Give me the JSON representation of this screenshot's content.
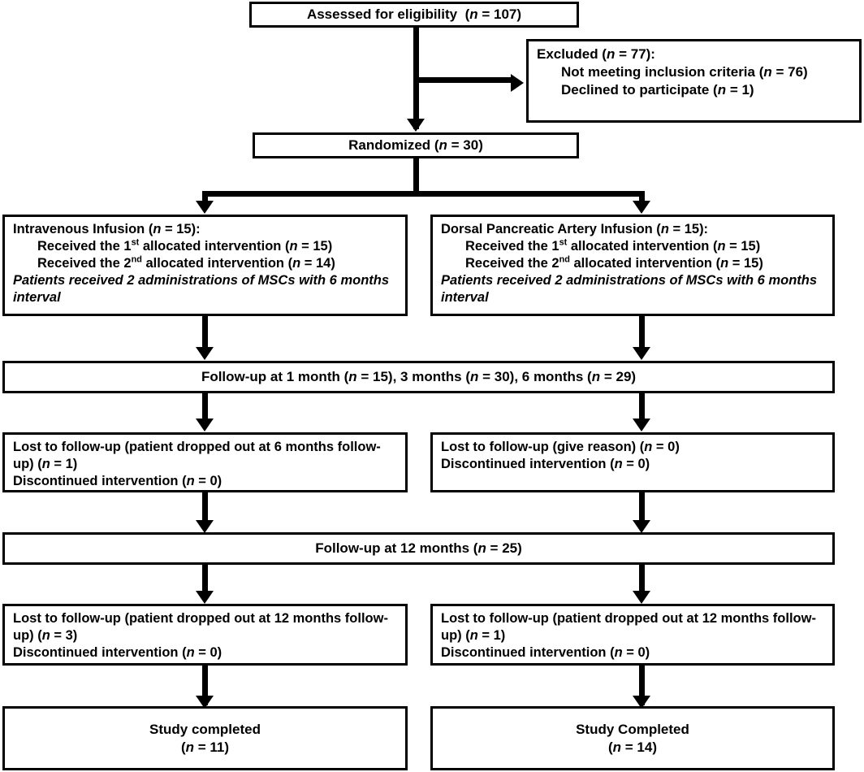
{
  "diagram": {
    "title": "CONSORT participant flow diagram",
    "type": "flowchart",
    "n_label": "n",
    "colors": {
      "stroke": "#000000",
      "background": "#ffffff",
      "text": "#000000"
    }
  },
  "nodes": {
    "assessed": {
      "label": "Assessed for eligibility",
      "suffix": "( = 107)",
      "n": 107,
      "text": "Assessed for eligibility  (n = 107)"
    },
    "excluded": {
      "heading": "Excluded (n = 77):",
      "heading_pre": "Excluded (",
      "heading_post": " = 77):",
      "n": 77,
      "reasons": [
        {
          "text": "Not meeting inclusion criteria (n = 76)",
          "pre": "Not meeting inclusion criteria (",
          "post": " = 76)",
          "n": 76
        },
        {
          "text": "Declined to participate (n = 1)",
          "pre": "Declined to participate (",
          "post": " = 1)",
          "n": 1
        }
      ]
    },
    "randomized": {
      "label": "Randomized",
      "pre": "Randomized (",
      "post": " = 30)",
      "n": 30,
      "text": "Randomized (n = 30)"
    },
    "arm_left": {
      "title_pre": "Intravenous Infusion (",
      "title_post": " = 15):",
      "title": "Intravenous Infusion (n = 15):",
      "n": 15,
      "line1_pre": "Received the 1",
      "line1_sup": "st",
      "line1_post": " allocated intervention (",
      "line1_tail": " = 15)",
      "line1_n": 15,
      "line2_pre": "Received the 2",
      "line2_sup": "nd",
      "line2_post": " allocated intervention (",
      "line2_tail": " = 14)",
      "line2_n": 14,
      "note": "Patients received 2 administrations of MSCs with  6 months interval"
    },
    "arm_right": {
      "title_pre": "Dorsal Pancreatic Artery Infusion (",
      "title_post": " = 15):",
      "title": "Dorsal Pancreatic Artery Infusion (n = 15):",
      "n": 15,
      "line1_pre": "Received the 1",
      "line1_sup": "st",
      "line1_post": " allocated intervention (",
      "line1_tail": " = 15)",
      "line1_n": 15,
      "line2_pre": "Received the 2",
      "line2_sup": "nd",
      "line2_post": " allocated intervention (",
      "line2_tail": " = 15)",
      "line2_n": 15,
      "note": "Patients received 2 administrations of MSCs with  6 months interval"
    },
    "followup_early": {
      "text": "Follow-up at 1 month (n = 15), 3 months (n = 30), 6 months (n = 29)",
      "seg1": "Follow-up at 1 month (",
      "seg2": " = 15), 3 months (",
      "seg3": " = 30), 6 months (",
      "seg4": " = 29)",
      "n_1month": 15,
      "n_3months": 30,
      "n_6months": 29
    },
    "lost_6m_left": {
      "line1_pre": "Lost to follow-up  (patient dropped out at 6 months follow-up)  (",
      "line1_post": " = 1)",
      "line1": "Lost to follow-up  (patient dropped out at 6 months follow-up)  (n = 1)",
      "n_lost": 1,
      "line2_pre": "Discontinued intervention (",
      "line2_post": " = 0)",
      "line2": "Discontinued intervention (n = 0)",
      "n_discontinued": 0
    },
    "lost_6m_right": {
      "line1_pre": "Lost to follow-up  (give reason) (",
      "line1_post": " = 0)",
      "line1": "Lost to follow-up  (give reason) (n = 0)",
      "n_lost": 0,
      "line2_pre": "Discontinued intervention (",
      "line2_post": " = 0)",
      "line2": "Discontinued intervention (n = 0)",
      "n_discontinued": 0
    },
    "followup_12m": {
      "pre": "Follow-up at 12 months (",
      "post": " = 25)",
      "text": "Follow-up at 12 months (n = 25)",
      "n": 25
    },
    "lost_12m_left": {
      "line1_pre": "Lost to follow-up  (patient dropped out at 12 months follow-up)  (",
      "line1_post": " = 3)",
      "line1": "Lost to follow-up  (patient dropped out at 12 months follow-up)  (n = 3)",
      "n_lost": 3,
      "line2_pre": "Discontinued intervention (",
      "line2_post": " = 0)",
      "line2": "Discontinued intervention (n = 0)",
      "n_discontinued": 0
    },
    "lost_12m_right": {
      "line1_pre": "Lost to follow-up  (patient dropped out at 12 months follow-up)  (",
      "line1_post": " = 1)",
      "line1": "Lost to follow-up  (patient dropped out at 12 months follow-up)  (n = 1)",
      "n_lost": 1,
      "line2_pre": "Discontinued intervention (",
      "line2_post": " = 0)",
      "line2": "Discontinued intervention (n = 0)",
      "n_discontinued": 0
    },
    "completed_left": {
      "label": "Study completed",
      "count_pre": "(",
      "count_post": " = 11)",
      "count": "(n = 11)",
      "n": 11
    },
    "completed_right": {
      "label": "Study Completed",
      "count_pre": "(",
      "count_post": " = 14)",
      "count": "(n = 14)",
      "n": 14
    }
  }
}
